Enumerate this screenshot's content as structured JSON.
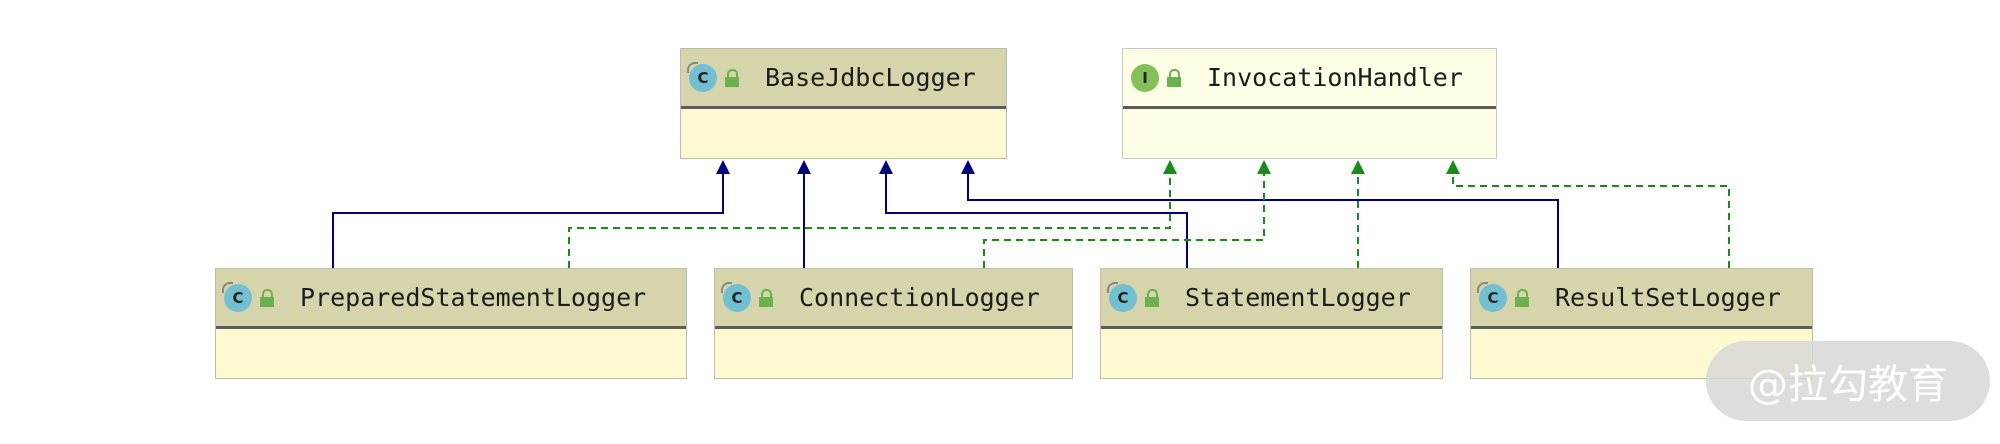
{
  "diagram": {
    "classes": [
      {
        "id": "base",
        "name": "BaseJdbcLogger",
        "kind": "C"
      },
      {
        "id": "handler",
        "name": "InvocationHandler",
        "kind": "I"
      },
      {
        "id": "prepared",
        "name": "PreparedStatementLogger",
        "kind": "C"
      },
      {
        "id": "connection",
        "name": "ConnectionLogger",
        "kind": "C"
      },
      {
        "id": "statement",
        "name": "StatementLogger",
        "kind": "C"
      },
      {
        "id": "resultset",
        "name": "ResultSetLogger",
        "kind": "C"
      }
    ],
    "relations": [
      {
        "from": "PreparedStatementLogger",
        "to": "BaseJdbcLogger",
        "type": "extends"
      },
      {
        "from": "ConnectionLogger",
        "to": "BaseJdbcLogger",
        "type": "extends"
      },
      {
        "from": "StatementLogger",
        "to": "BaseJdbcLogger",
        "type": "extends"
      },
      {
        "from": "ResultSetLogger",
        "to": "BaseJdbcLogger",
        "type": "extends"
      },
      {
        "from": "PreparedStatementLogger",
        "to": "InvocationHandler",
        "type": "implements"
      },
      {
        "from": "ConnectionLogger",
        "to": "InvocationHandler",
        "type": "implements"
      },
      {
        "from": "StatementLogger",
        "to": "InvocationHandler",
        "type": "implements"
      },
      {
        "from": "ResultSetLogger",
        "to": "InvocationHandler",
        "type": "implements"
      }
    ],
    "colors": {
      "extends": "#00007f",
      "implements": "#1a8a1a"
    }
  },
  "watermark": "@拉勾教育"
}
